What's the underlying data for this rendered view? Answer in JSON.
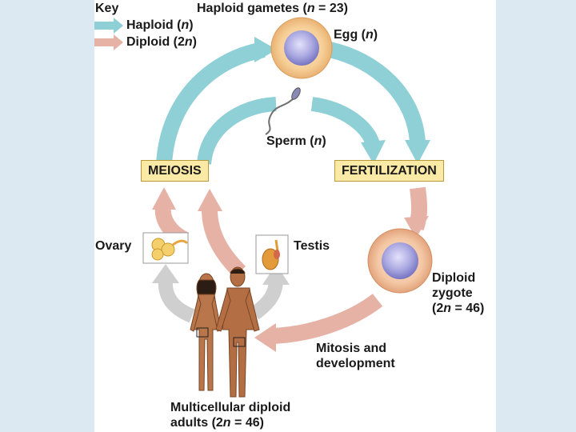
{
  "key": {
    "title": "Key",
    "haploid": "Haploid (",
    "haploid_n": "n",
    "haploid_close": ")",
    "diploid": "Diploid (2",
    "diploid_n": "n",
    "diploid_close": ")"
  },
  "labels": {
    "haploid_gametes": "Haploid gametes (",
    "haploid_gametes_n": "n",
    "haploid_gametes_rest": " = 23)",
    "egg": "Egg (",
    "egg_n": "n",
    "egg_close": ")",
    "sperm": "Sperm (",
    "sperm_n": "n",
    "sperm_close": ")",
    "meiosis": "MEIOSIS",
    "fertilization": "FERTILIZATION",
    "ovary": "Ovary",
    "testis": "Testis",
    "zygote_line1": "Diploid",
    "zygote_line2": "zygote",
    "zygote_line3a": "(2",
    "zygote_line3n": "n",
    "zygote_line3b": " = 46)",
    "mitosis_line1": "Mitosis and",
    "mitosis_line2": "development",
    "adults_line1": "Multicellular diploid",
    "adults_line2a": "adults (2",
    "adults_line2n": "n",
    "adults_line2b": " = 46)"
  },
  "colors": {
    "haploid_arrow": "#8fcfd6",
    "diploid_arrow": "#e7b2a6",
    "grey_arrow": "#cfcfcf",
    "label_box": "#fbe9a6",
    "egg_cell": "#f3c98c",
    "nucleus": "#9b9ad6",
    "skin": "#b8764a"
  }
}
